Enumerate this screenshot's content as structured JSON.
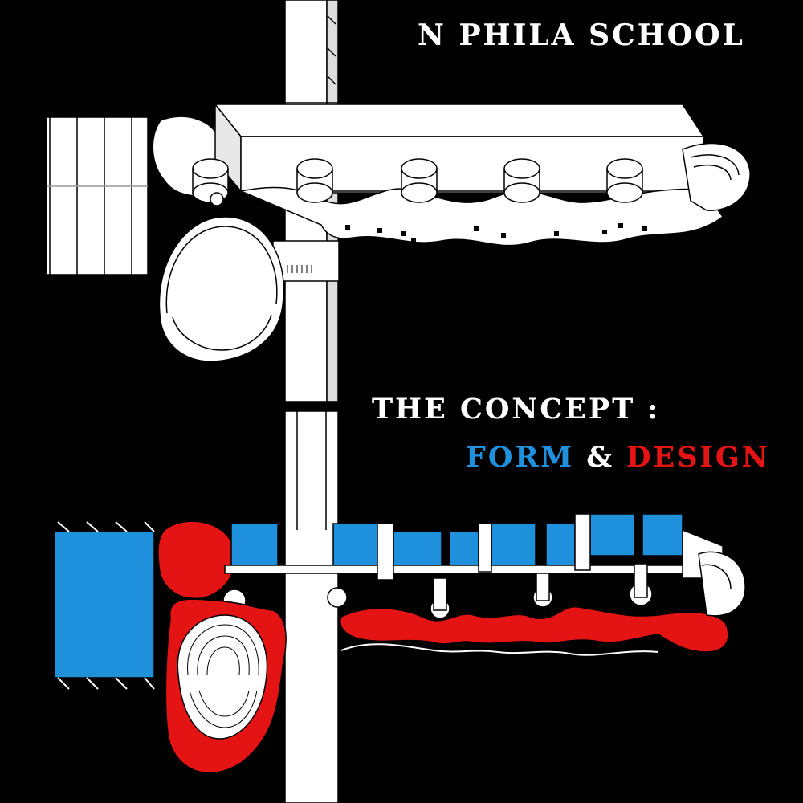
{
  "texts": {
    "title": "N PHILA SCHOOL",
    "concept": "THE CONCEPT :",
    "form": "FORM",
    "amp": "&",
    "design": "DESIGN"
  },
  "colors": {
    "background": "#000000",
    "structure": "#ffffff",
    "form": "#1e90dc",
    "design": "#e41414"
  },
  "drawings": [
    {
      "name": "axonometric-view",
      "style": "white-structure"
    },
    {
      "name": "concept-plan",
      "style": "blue-red-coded"
    }
  ]
}
